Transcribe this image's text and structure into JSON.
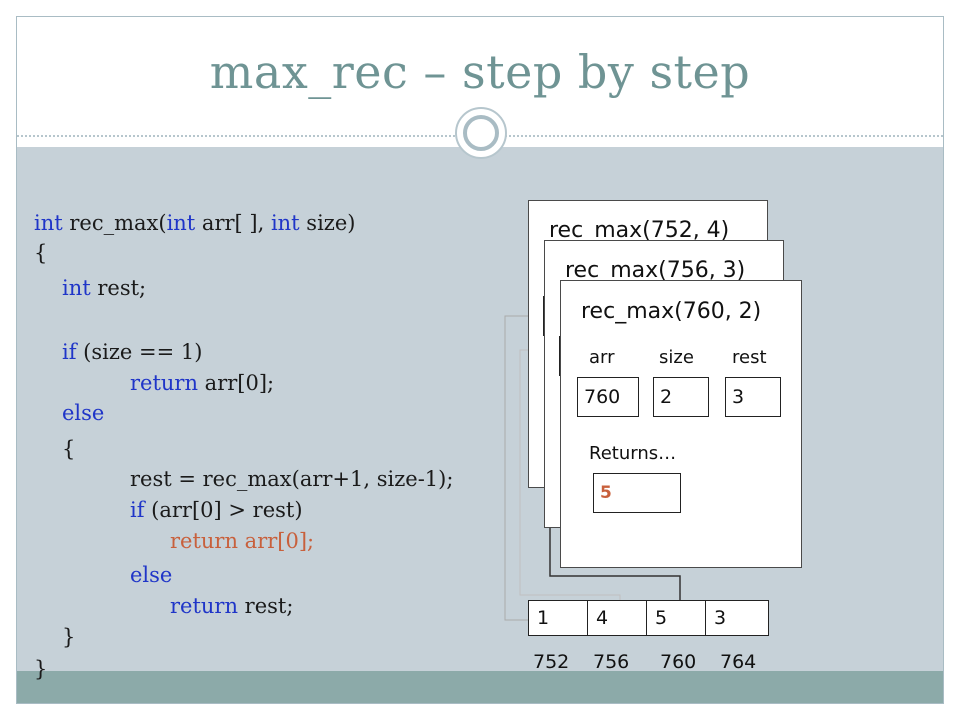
{
  "slide": {
    "title": "max_rec – step by step"
  },
  "code": {
    "lines": [
      {
        "parts": [
          {
            "t": "int",
            "c": "kw"
          },
          {
            "t": " rec_max(",
            "c": ""
          },
          {
            "t": "int",
            "c": "kw"
          },
          {
            "t": " arr[ ], ",
            "c": ""
          },
          {
            "t": "int",
            "c": "kw"
          },
          {
            "t": " size)",
            "c": ""
          }
        ]
      },
      {
        "parts": [
          {
            "t": "{",
            "c": ""
          }
        ]
      },
      {
        "parts": [
          {
            "t": "int",
            "c": "kw"
          },
          {
            "t": " rest;",
            "c": ""
          }
        ]
      },
      {
        "parts": [
          {
            "t": "if",
            "c": "kw"
          },
          {
            "t": " (size == 1)",
            "c": ""
          }
        ]
      },
      {
        "parts": [
          {
            "t": "return",
            "c": "kw"
          },
          {
            "t": " arr[0];",
            "c": ""
          }
        ]
      },
      {
        "parts": [
          {
            "t": "else",
            "c": "kw"
          }
        ]
      },
      {
        "parts": [
          {
            "t": "{",
            "c": ""
          }
        ]
      },
      {
        "parts": [
          {
            "t": "rest = rec_max(arr+1, size-1);",
            "c": ""
          }
        ]
      },
      {
        "parts": [
          {
            "t": "if",
            "c": "kw"
          },
          {
            "t": " (arr[0] > rest)",
            "c": ""
          }
        ]
      },
      {
        "parts": [
          {
            "t": "return arr[0];",
            "c": "hl"
          }
        ]
      },
      {
        "parts": [
          {
            "t": "else",
            "c": "kw"
          }
        ]
      },
      {
        "parts": [
          {
            "t": "return",
            "c": "kw"
          },
          {
            "t": " rest;",
            "c": ""
          }
        ]
      },
      {
        "parts": [
          {
            "t": "}",
            "c": ""
          }
        ]
      },
      {
        "parts": [
          {
            "t": "}",
            "c": ""
          }
        ]
      }
    ]
  },
  "frames": [
    {
      "title": "rec_max(752, 4)"
    },
    {
      "title": "rec_max(756, 3)"
    },
    {
      "title": "rec_max(760, 2)",
      "labels": {
        "arr": "arr",
        "size": "size",
        "rest": "rest"
      },
      "values": {
        "arr": "760",
        "size": "2",
        "rest": "3"
      },
      "returns_label": "Returns…",
      "returns_value": "5"
    }
  ],
  "array": {
    "values": [
      "1",
      "4",
      "5",
      "3"
    ],
    "addresses": [
      "752",
      "756",
      "760",
      "764"
    ]
  }
}
